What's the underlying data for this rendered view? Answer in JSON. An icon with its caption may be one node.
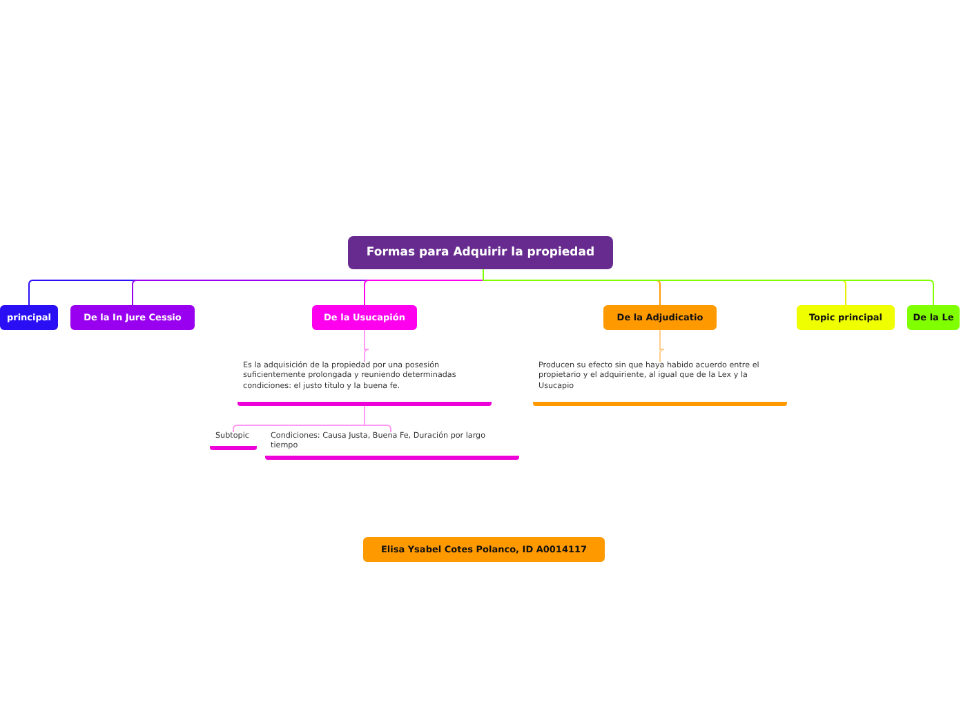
{
  "diagram": {
    "nodes": [
      {
        "text": [
          "Formas para Adquirir la propiedad"
        ]
      },
      {
        "text": [
          "principal"
        ]
      },
      {
        "text": [
          "De la In Jure Cessio"
        ]
      },
      {
        "text": [
          "De la Usucapión"
        ]
      },
      {
        "text": [
          "De la Adjudicatio"
        ]
      },
      {
        "text": [
          "Topic principal"
        ]
      },
      {
        "text": [
          "De la Le"
        ]
      },
      {
        "text": [
          "Es la adquisición de la propiedad por una posesión suficientemente prolongada y reuniendo determinadas condiciones: el justo título y la buena fe."
        ]
      },
      {
        "text": [
          "Subtopic"
        ]
      },
      {
        "text": [
          "Condiciones: Causa Justa, Buena Fe, Duración por largo tiempo"
        ]
      },
      {
        "text": [
          "Producen su efecto sin que haya habido acuerdo entre el propietario y el adquiriente, al igual que de la Lex y la Usucapio"
        ]
      },
      {
        "text": [
          "Elisa Ysabel Cotes Polanco, ID A0014117"
        ]
      }
    ],
    "edges": [
      {
        "from": 0,
        "to": 1,
        "arrow": "none",
        "color": "#2a0ff5"
      },
      {
        "from": 0,
        "to": 2,
        "arrow": "none",
        "color": "#9a00f0"
      },
      {
        "from": 0,
        "to": 3,
        "arrow": "none",
        "color": "#ff00ee"
      },
      {
        "from": 0,
        "to": 4,
        "arrow": "none",
        "color": "#ff9900"
      },
      {
        "from": 0,
        "to": 5,
        "arrow": "none",
        "color": "#e6f000"
      },
      {
        "from": 0,
        "to": 6,
        "arrow": "none",
        "color": "#80ff00"
      },
      {
        "from": 3,
        "to": 7,
        "arrow": "none",
        "color": "#ff99f5"
      },
      {
        "from": 7,
        "to": 8,
        "arrow": "none",
        "color": "#ff99f5"
      },
      {
        "from": 7,
        "to": 9,
        "arrow": "none",
        "color": "#ff99f5"
      },
      {
        "from": 4,
        "to": 10,
        "arrow": "none",
        "color": "#ffcc88"
      }
    ]
  }
}
